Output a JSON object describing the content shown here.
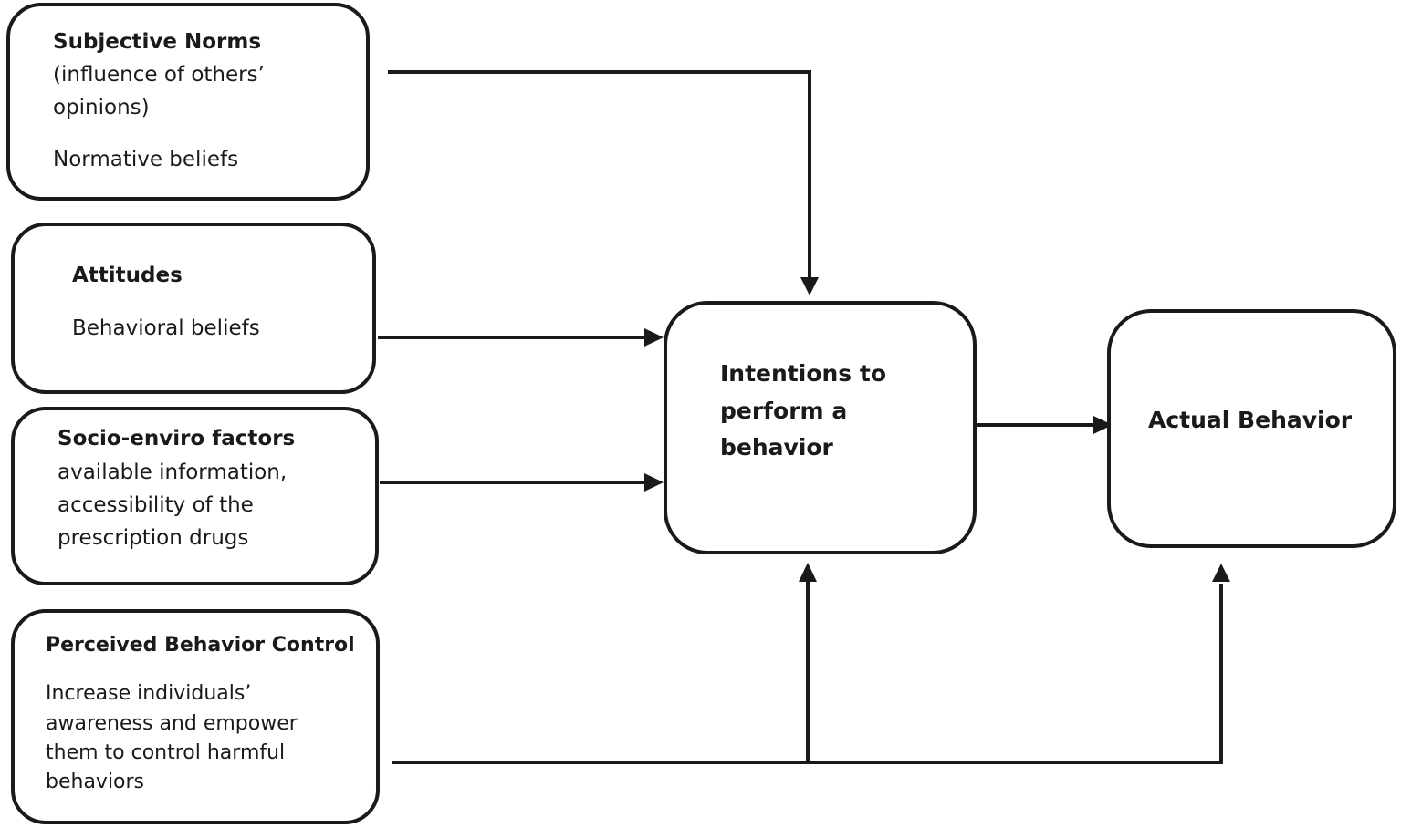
{
  "subjective_norms": {
    "title": "Subjective Norms",
    "desc_line1": "(influence of others’",
    "desc_line2": "opinions)",
    "beliefs": "Normative beliefs"
  },
  "attitudes": {
    "title": "Attitudes",
    "beliefs": "Behavioral beliefs"
  },
  "socio_enviro": {
    "title": "Socio-enviro factors",
    "line1": "available information,",
    "line2": "accessibility of the",
    "line3": "prescription drugs"
  },
  "perceived_control": {
    "title": "Perceived Behavior Control",
    "line1": "Increase individuals’",
    "line2": "awareness and empower",
    "line3": "them to control harmful",
    "line4": "behaviors"
  },
  "intentions": {
    "line1": "Intentions to",
    "line2": "perform a",
    "line3": "behavior"
  },
  "actual_behavior": {
    "label": "Actual Behavior"
  },
  "colors": {
    "stroke": "#1a1a1a",
    "background": "#ffffff"
  }
}
